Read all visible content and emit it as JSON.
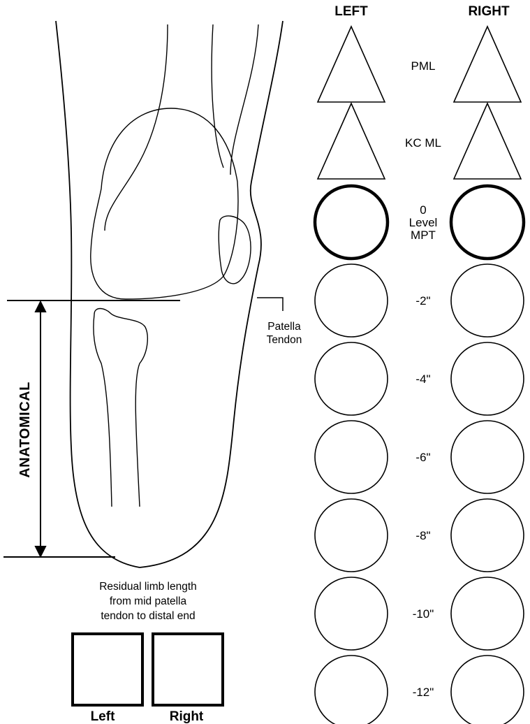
{
  "columns": {
    "left": "LEFT",
    "right": "RIGHT"
  },
  "levels": [
    {
      "label": "PML",
      "shape": "triangle"
    },
    {
      "label": "KC ML",
      "shape": "triangle"
    },
    {
      "label": "0\nLevel\nMPT",
      "shape": "circle",
      "emphasis": true
    },
    {
      "label": "-2\"",
      "shape": "circle"
    },
    {
      "label": "-4\"",
      "shape": "circle"
    },
    {
      "label": "-6\"",
      "shape": "circle"
    },
    {
      "label": "-8\"",
      "shape": "circle"
    },
    {
      "label": "-10\"",
      "shape": "circle"
    },
    {
      "label": "-12\"",
      "shape": "circle"
    }
  ],
  "anatomical_label": "ANATOMICAL",
  "patella_label": "Patella\nTendon",
  "residual_caption": "Residual limb length\nfrom mid patella\ntendon to distal end",
  "boxes": {
    "left": "Left",
    "right": "Right"
  },
  "colors": {
    "line": "#000000",
    "background": "#ffffff"
  }
}
